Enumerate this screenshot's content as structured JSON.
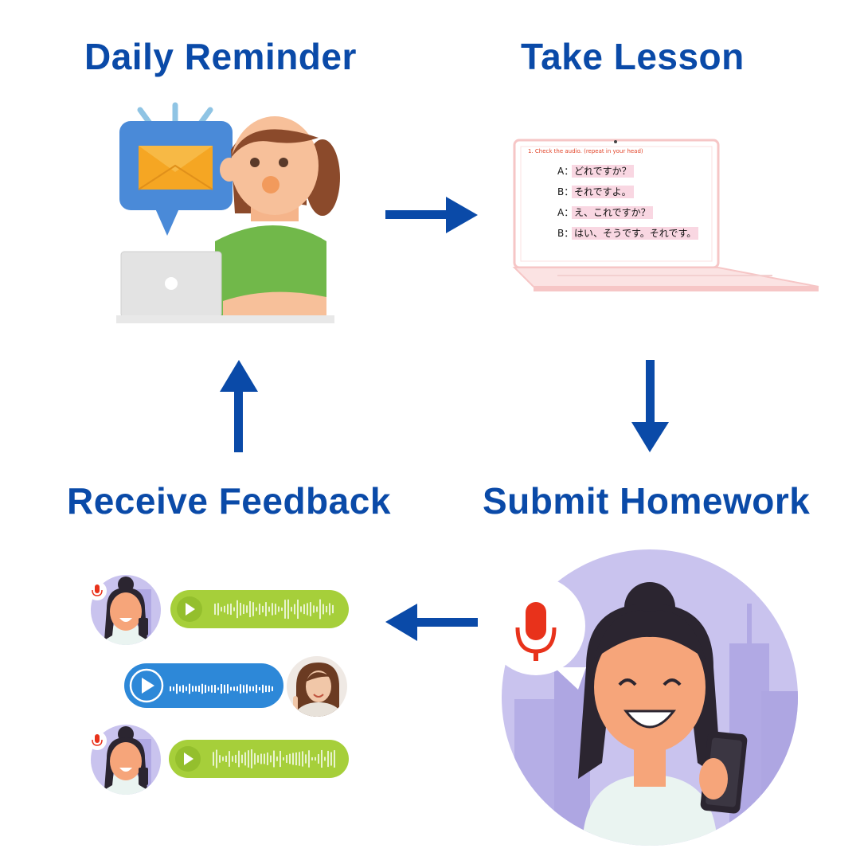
{
  "steps": {
    "daily_reminder": "Daily Reminder",
    "take_lesson": "Take Lesson",
    "submit_homework": "Submit Homework",
    "receive_feedback": "Receive Feedback"
  },
  "lesson": {
    "instruction": "1. Check the audio. (repeat in your head)",
    "lines": [
      {
        "speaker": "A：",
        "text": "どれですか？"
      },
      {
        "speaker": "B：",
        "text": "それですよ。"
      },
      {
        "speaker": "A：",
        "text": "え、これですか？"
      },
      {
        "speaker": "B：",
        "text": "はい、そうです。それです。"
      }
    ]
  },
  "colors": {
    "title_blue": "#0a4aa8",
    "arrow_blue": "#0a4aa8",
    "student_bubble": "#a6cf3a",
    "teacher_bubble": "#2d88d8",
    "mic_red": "#e8321b",
    "lavender": "#c9c3ee"
  },
  "icons": [
    "envelope-icon",
    "laptop-icon",
    "mic-icon",
    "play-icon",
    "phone-icon",
    "avatar"
  ]
}
